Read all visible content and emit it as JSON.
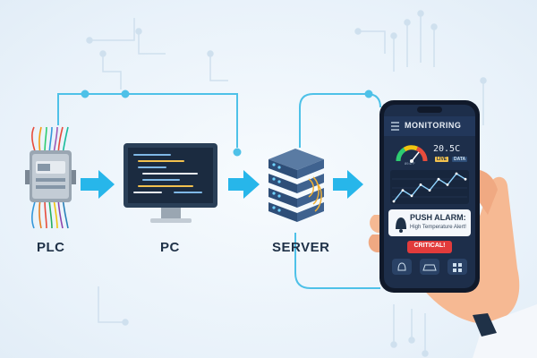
{
  "nodes": {
    "plc": {
      "label": "PLC"
    },
    "pc": {
      "label": "PC"
    },
    "server": {
      "label": "SERVER"
    }
  },
  "phone": {
    "title": "MONITORING",
    "gauge_caption": "89.6°F",
    "readout": "20.5C",
    "badge_1": "LIVE",
    "badge_2": "DATA",
    "alert_title": "PUSH ALARM:",
    "alert_text": "High Temperature Alert!",
    "critical_label": "CRITICAL!",
    "chart_values": [
      3,
      5,
      4,
      6,
      5,
      7,
      6,
      8,
      7
    ]
  },
  "colors": {
    "arrow": "#27b6ea",
    "circuit": "#4ec1e8",
    "phone_screen": "#1d2e4a",
    "alert": "#e23b3b",
    "hand": "#f6b993"
  }
}
